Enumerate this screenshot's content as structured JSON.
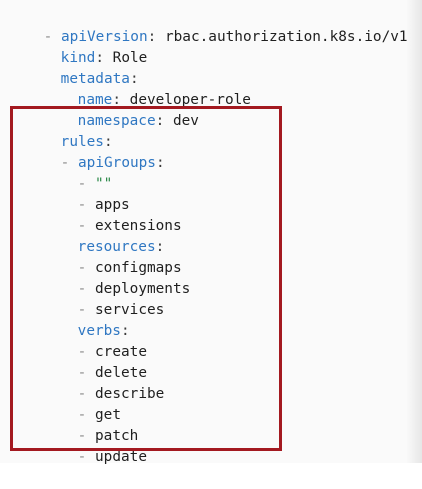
{
  "colors": {
    "background": "#fafafa",
    "key": "#2f77c2",
    "dash": "#8a8a8a",
    "value": "#1f1f1f",
    "string": "#2d8a4a",
    "highlight_border": "#a31920"
  },
  "yaml": {
    "api_version_key": "apiVersion",
    "api_version_value": "rbac.authorization.k8s.io/v1",
    "kind_key": "kind",
    "kind_value": "Role",
    "metadata_key": "metadata",
    "name_key": "name",
    "name_value": "developer-role",
    "namespace_key": "namespace",
    "namespace_value": "dev",
    "rules_key": "rules",
    "api_groups_key": "apiGroups",
    "api_groups": [
      "\"\"",
      "apps",
      "extensions"
    ],
    "resources_key": "resources",
    "resources": [
      "configmaps",
      "deployments",
      "services"
    ],
    "verbs_key": "verbs",
    "verbs": [
      "create",
      "delete",
      "describe",
      "get",
      "patch",
      "update"
    ]
  },
  "symbols": {
    "dash": "-",
    "colon": ":"
  }
}
